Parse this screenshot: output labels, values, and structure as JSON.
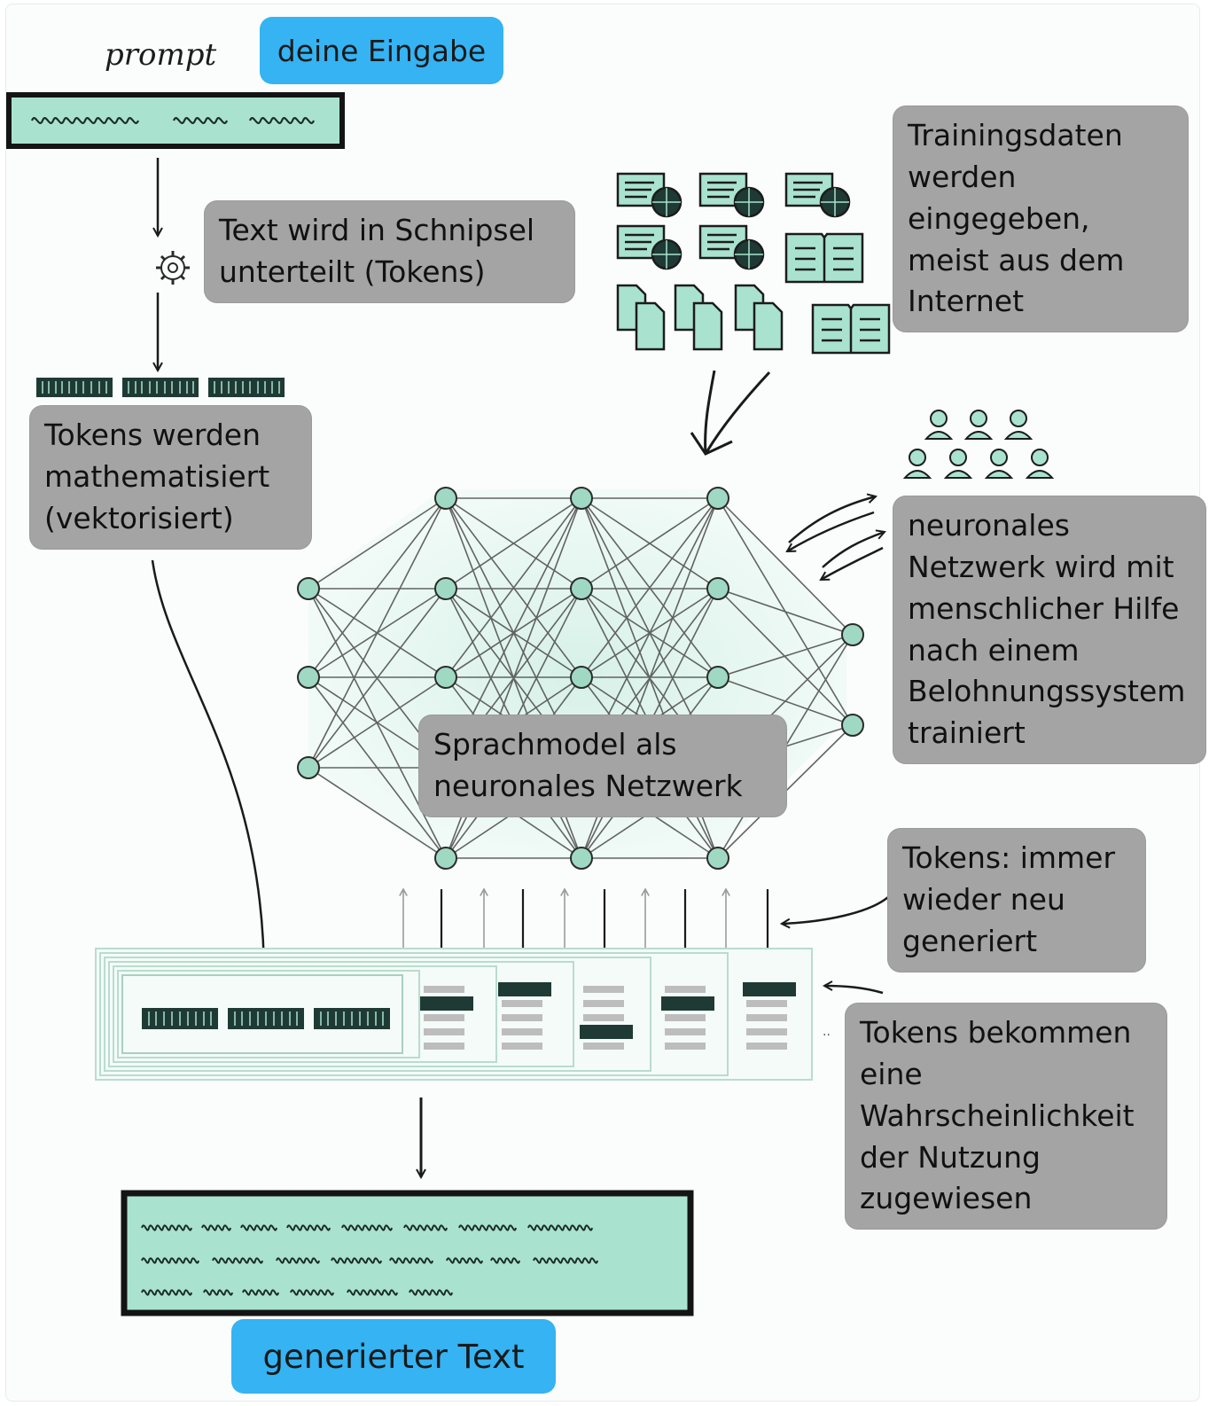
{
  "labels": {
    "prompt_word": "prompt",
    "input_chip": "deine Eingabe",
    "tokenize": "Text wird in Schnipsel unterteilt (Tokens)",
    "vectorize": "Tokens werden mathematisiert (vektorisiert)",
    "training_data": "Trainingsdaten werden eingegeben, meist aus dem Internet",
    "human_feedback": "neuronales Netzwerk wird mit menschlicher Hilfe nach einem Belohnungssystem trainiert",
    "language_model": "Sprachmodel als neuronales Netzwerk",
    "regenerate": "Tokens: immer wieder neu generiert",
    "probability": "Tokens bekommen eine Wahrscheinlichkeit der Nutzung zugewiesen",
    "output_chip": "generierter Text"
  },
  "colors": {
    "mint": "#a9e3cf",
    "node": "#9fd9c4",
    "dark": "#1f3a34",
    "note_bg": "#a4a4a4",
    "chip_bg": "#35b3f2"
  },
  "icons": {
    "gear": "gear-icon",
    "web_document": "web-document-icon",
    "book": "open-book-icon",
    "files": "document-stack-icon",
    "people": "person-icon"
  }
}
